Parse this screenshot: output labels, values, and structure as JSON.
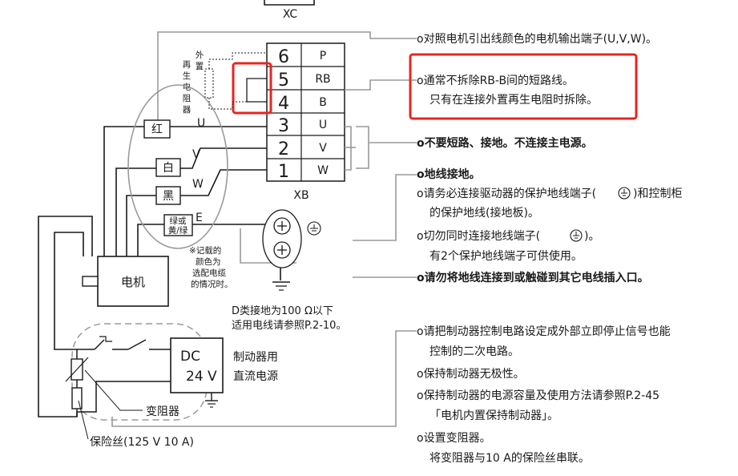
{
  "header": {
    "xc_label": "XC",
    "xb_label": "XB"
  },
  "terminal_block": {
    "rows": [
      {
        "num": "6",
        "signal": "P"
      },
      {
        "num": "5",
        "signal": "RB"
      },
      {
        "num": "4",
        "signal": "B"
      },
      {
        "num": "3",
        "signal": "U"
      },
      {
        "num": "2",
        "signal": "V"
      },
      {
        "num": "1",
        "signal": "W"
      }
    ]
  },
  "external_regen": {
    "label_col1": "再生电阻器",
    "label_col2": "外置"
  },
  "wire_colors": {
    "red": "红",
    "white": "白",
    "black": "黑",
    "ground_line1": "绿或",
    "ground_line2": "黄/绿"
  },
  "wire_letters": {
    "u": "U",
    "v": "V",
    "w": "W",
    "e": "E"
  },
  "motor_label": "电机",
  "color_note": [
    "※记载的",
    "颜色为",
    "选配电缆",
    "的情况时。"
  ],
  "ground_note": [
    "D类接地为100 Ω以下",
    "适用电线请参照P.2-10。"
  ],
  "brake_supply": {
    "dc": "DC",
    "voltage": "24 V",
    "label_line1": "制动器用",
    "label_line2": "直流电源"
  },
  "varistor_label": "变阻器",
  "fuse_label": "保险丝(125 V 10 A)",
  "notes": {
    "uvw_note": "o对照电机引出线颜色的电机输出端子(U,V,W)。",
    "rb_note_1": "o通常不拆除RB-B间的短路线。",
    "rb_note_2": "只有在连接外置再生电阻时拆除。",
    "no_short": "o不要短路、接地。不连接主电源。",
    "ground_title": "o地线接地。",
    "ground_1a": "o请务必连接驱动器的保护地线端子(",
    "ground_1b": ")和控制柜",
    "ground_1c": "的保护地线(接地板)。",
    "ground_2a": "o切勿同时连接地线端子(",
    "ground_2b": ")。",
    "ground_2c": "有2个保护地线端子可供使用。",
    "ground_3": "o请勿将地线连接到或触碰到其它电线插入口。",
    "brake_1a": "o请把制动器控制电路设定成外部立即停止信号也能",
    "brake_1b": "控制的二次电路。",
    "brake_2": "o保持制动器无极性。",
    "brake_3a": "o保持制动器的电源容量及使用方法请参照P.2-45",
    "brake_3b": "「电机内置保持制动器」。",
    "brake_4a": "o设置变阻器。",
    "brake_4b": "将变阻器与10 A的保险丝串联。"
  },
  "colors": {
    "highlight": "#e8251f",
    "line": "#1a1a1a",
    "leader": "#9a9a9a"
  }
}
